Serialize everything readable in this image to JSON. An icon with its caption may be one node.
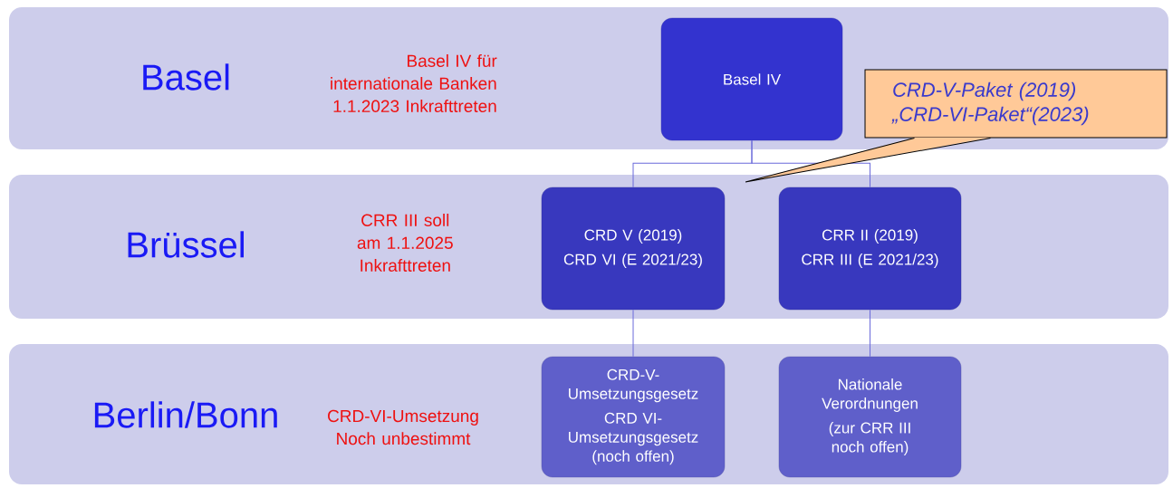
{
  "diagram": {
    "nodes": [
      {
        "text": [
          "Basel",
          "Basel IV für internationale Banken 1.1.2023 Inkrafttreten"
        ]
      },
      {
        "text": [
          "Brüssel",
          "CRR III soll am 1.1.2025 Inkrafttreten"
        ]
      },
      {
        "text": [
          "Berlin/Bonn",
          "CRD-VI-Umsetzung Noch unbestimmt"
        ]
      },
      {
        "text": [
          "Basel IV"
        ],
        "in": 0
      },
      {
        "text": [
          "CRD V (2019)",
          "CRD VI (E 2021/23)"
        ],
        "in": 1
      },
      {
        "text": [
          "CRR II (2019)",
          "CRR III (E 2021/23)"
        ],
        "in": 1
      },
      {
        "text": [
          "CRD-V-Umsetzungsgesetz",
          "CRD VI-Umsetzungsgesetz (noch offen)"
        ],
        "in": 2
      },
      {
        "text": [
          "Nationale Verordnungen",
          "(zur CRR III noch offen)"
        ],
        "in": 2
      },
      {
        "text": [
          "*CRD-V-Paket (2019)*",
          "*„CRD-VI-Paket“*(2023)"
        ],
        "in": 0
      }
    ],
    "edges": [
      {
        "from": 3,
        "to": 4,
        "arrow": "none"
      },
      {
        "from": 3,
        "to": 5,
        "arrow": "none"
      },
      {
        "from": 4,
        "to": 6,
        "arrow": "none"
      },
      {
        "from": 5,
        "to": 7,
        "arrow": "none"
      },
      {
        "from": 8,
        "to": null,
        "arrow": "none",
        "color": "#000000"
      }
    ]
  }
}
